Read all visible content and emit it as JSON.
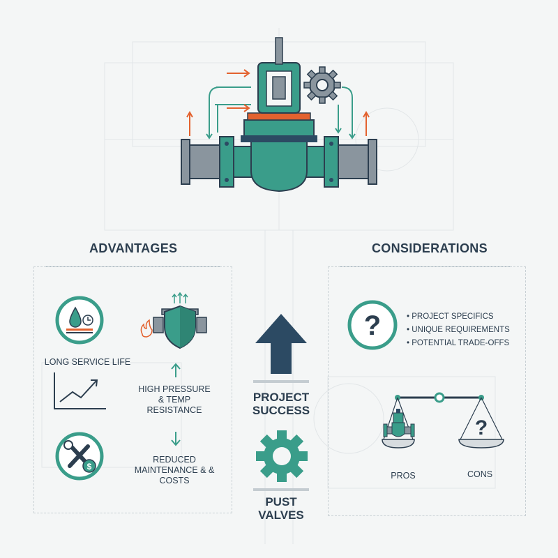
{
  "advantages": {
    "title": "ADVANTAGES",
    "items": [
      {
        "label": "LONG SERVICE LIFE"
      },
      {
        "label": "HIGH PRESSURE & TEMP RESISTANCE"
      },
      {
        "label": "REDUCED MAINTENANCE & & COSTS"
      }
    ]
  },
  "considerations": {
    "title": "CONSIDERATIONS",
    "bullets": [
      "PROJECT SPECIFICS",
      "UNIQUE REQUIREMENTS",
      "POTENTIAL TRADE-OFFS"
    ],
    "pros_label": "PROS",
    "cons_label": "CONS"
  },
  "center": {
    "success_label": "PROJECT SUCCESS",
    "valves_label": "PUST VALVES"
  },
  "colors": {
    "teal": "#3a9d8a",
    "navy": "#2c4a63",
    "orange": "#e3622f",
    "gray": "#8a959e",
    "text": "#2c3e4f"
  }
}
